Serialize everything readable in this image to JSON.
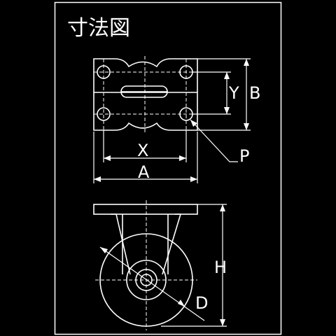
{
  "title": "寸法図",
  "labels": {
    "a": "A",
    "b": "B",
    "x": "X",
    "y": "Y",
    "p": "P",
    "h": "H",
    "d": "D"
  },
  "colors": {
    "background": "#000000",
    "line": "#ffffff",
    "fill": "#ffffff"
  }
}
